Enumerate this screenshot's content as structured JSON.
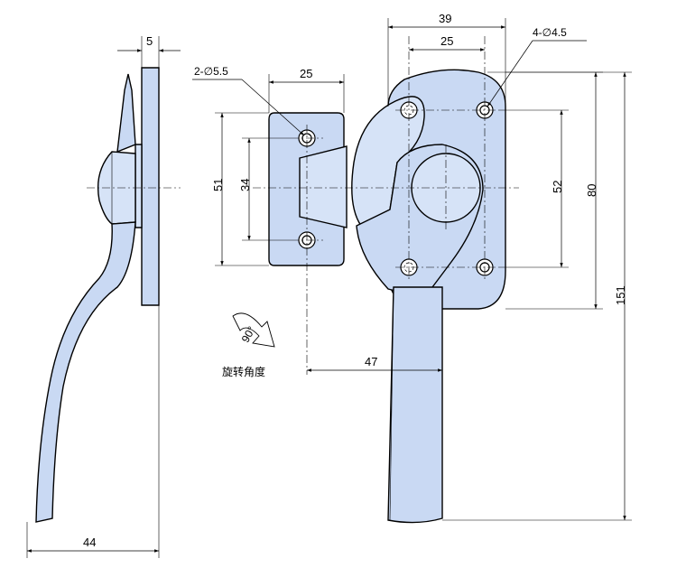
{
  "dimensions": {
    "plate_thickness": "5",
    "total_depth": "44",
    "strike_width": "25",
    "strike_hole_spacing_outer": "51",
    "strike_hole_spacing_inner": "34",
    "strike_holes": "2-∅5.5",
    "body_width": "39",
    "body_hole_spacing_x": "25",
    "body_holes": "4-∅4.5",
    "body_hole_spacing_y": "52",
    "body_height": "80",
    "overall_height": "151",
    "handle_offset": "47"
  },
  "rotation": {
    "angle": "90°",
    "label": "旋转角度"
  }
}
